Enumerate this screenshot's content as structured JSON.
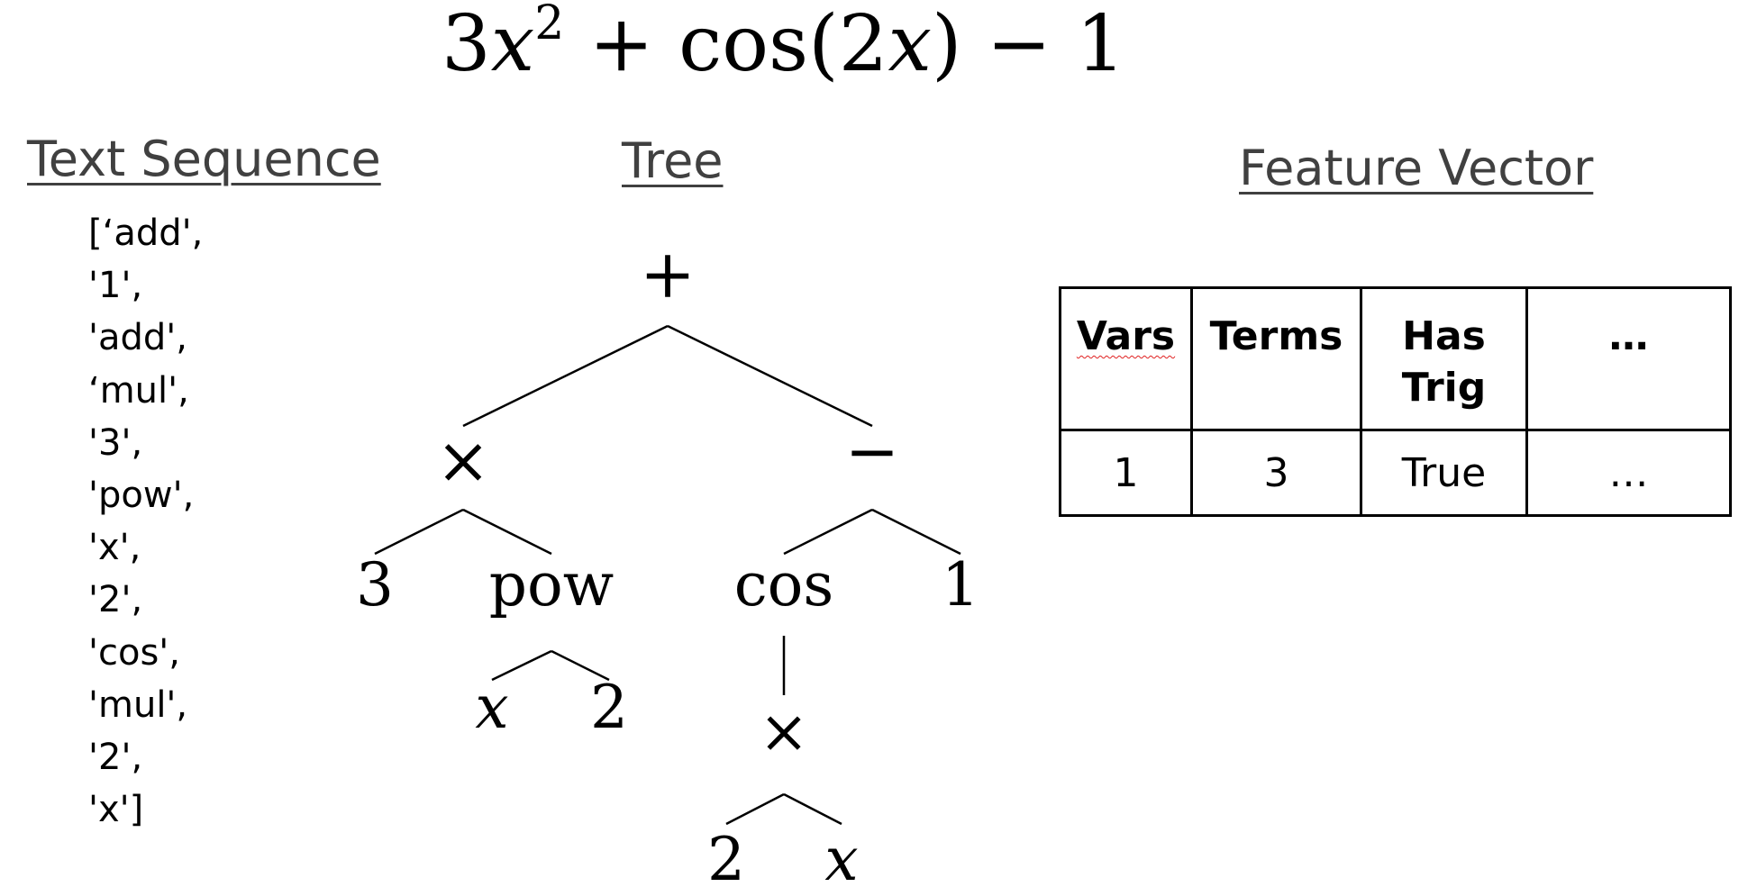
{
  "formula": {
    "coef": "3",
    "var": "x",
    "exp": "2",
    "plus": "+",
    "cos": "cos",
    "open": "(",
    "two": "2",
    "var2": "x",
    "close": ")",
    "minus": "−",
    "one": "1"
  },
  "headings": {
    "text_sequence": "Text Sequence",
    "tree": "Tree",
    "feature_vector": "Feature Vector"
  },
  "sequence": [
    "[‘add',",
    "'1',",
    "'add',",
    "‘mul',",
    "'3',",
    "'pow',",
    "'x',",
    "'2',",
    "'cos',",
    "'mul',",
    "'2',",
    "'x']"
  ],
  "tree": {
    "nodes": [
      {
        "id": "n-root-plus",
        "label": "+",
        "italic": false
      },
      {
        "id": "n-times",
        "label": "×",
        "italic": false
      },
      {
        "id": "n-minus",
        "label": "−",
        "italic": false
      },
      {
        "id": "n-three",
        "label": "3",
        "italic": false
      },
      {
        "id": "n-pow",
        "label": "pow",
        "italic": false
      },
      {
        "id": "n-cos",
        "label": "cos",
        "italic": false
      },
      {
        "id": "n-one",
        "label": "1",
        "italic": false
      },
      {
        "id": "n-x1",
        "label": "x",
        "italic": true
      },
      {
        "id": "n-two1",
        "label": "2",
        "italic": false
      },
      {
        "id": "n-times2",
        "label": "×",
        "italic": false
      },
      {
        "id": "n-two2",
        "label": "2",
        "italic": false
      },
      {
        "id": "n-x2",
        "label": "x",
        "italic": true
      }
    ],
    "edges": [
      [
        "n-root-plus",
        "n-times"
      ],
      [
        "n-root-plus",
        "n-minus"
      ],
      [
        "n-times",
        "n-three"
      ],
      [
        "n-times",
        "n-pow"
      ],
      [
        "n-minus",
        "n-cos"
      ],
      [
        "n-minus",
        "n-one"
      ],
      [
        "n-pow",
        "n-x1"
      ],
      [
        "n-pow",
        "n-two1"
      ],
      [
        "n-cos",
        "n-times2"
      ],
      [
        "n-times2",
        "n-two2"
      ],
      [
        "n-times2",
        "n-x2"
      ]
    ]
  },
  "feature_table": {
    "headers": [
      "Vars",
      "Terms",
      "Has Trig",
      "…"
    ],
    "row": [
      "1",
      "3",
      "True",
      "…"
    ]
  }
}
